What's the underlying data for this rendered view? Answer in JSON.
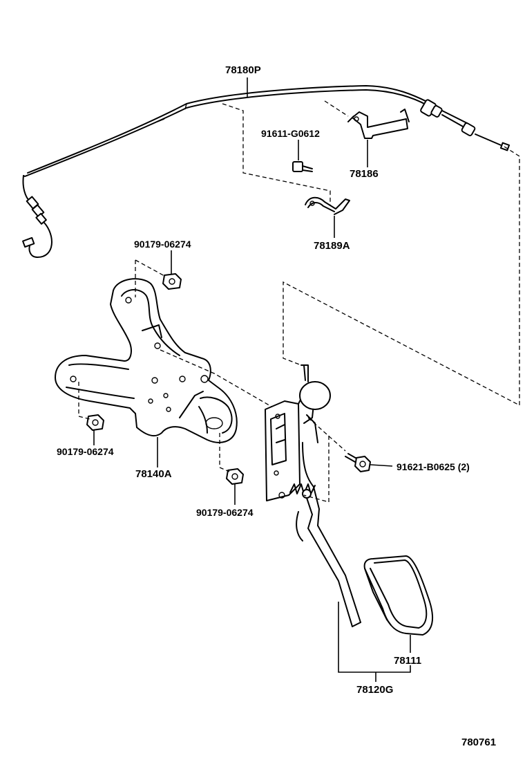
{
  "diagram": {
    "figure_number": "780761",
    "labels": {
      "cable": "78180P",
      "bolt_top": "91611-G0612",
      "bracket_top": "78186",
      "clip": "78189A",
      "nut_upper": "90179-06274",
      "nut_left": "90179-06274",
      "nut_lower": "90179-06274",
      "pedal_bracket": "78140A",
      "bolt_right": "91621-B0625 (2)",
      "pedal_pad": "78111",
      "pedal_assy": "78120G"
    }
  }
}
